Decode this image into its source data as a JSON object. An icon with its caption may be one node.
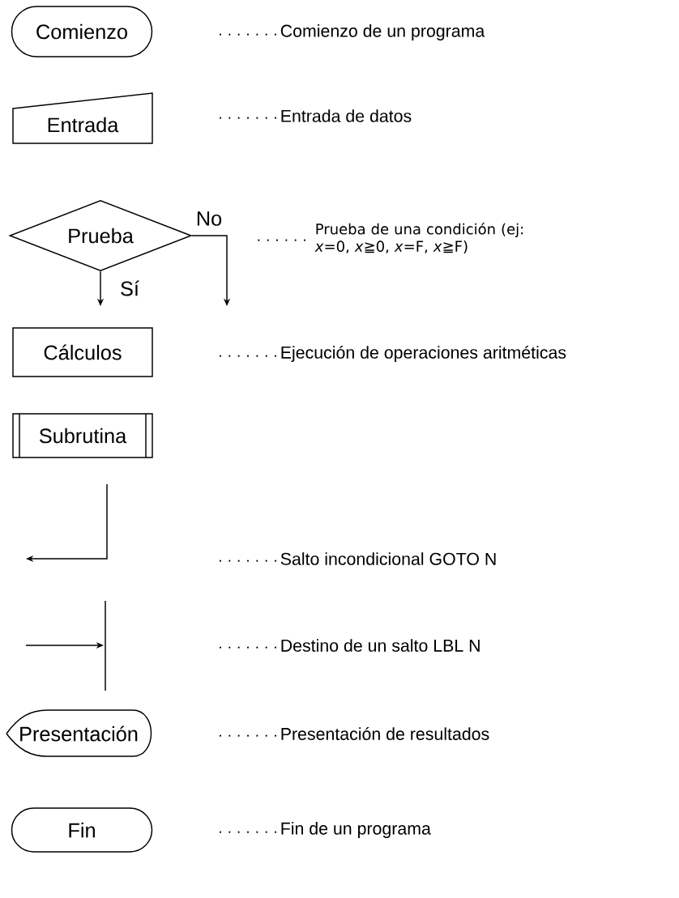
{
  "diagram": {
    "nodes": [
      {
        "text": [
          "Comienzo"
        ]
      },
      {
        "text": [
          "Comienzo de un programa"
        ]
      },
      {
        "text": [
          "Entrada"
        ]
      },
      {
        "text": [
          "Entrada de datos"
        ]
      },
      {
        "text": [
          "Prueba"
        ]
      },
      {
        "text": [
          "Prueba de una condición (ej: *x*=0, *x*≧0, *x*=F, *x*≧F)"
        ]
      },
      {
        "text": [
          "Cálculos"
        ]
      },
      {
        "text": [
          "Ejecución de operaciones aritméticas"
        ]
      },
      {
        "text": [
          "Subrutina"
        ]
      },
      {
        "text": [
          "Salto incondicional GOTO N"
        ]
      },
      {
        "text": [
          "Destino de un salto LBL N"
        ]
      },
      {
        "text": [
          "Presentación"
        ]
      },
      {
        "text": [
          "Presentación de resultados"
        ]
      },
      {
        "text": [
          "Fin"
        ]
      },
      {
        "text": [
          "Fin de un programa"
        ]
      }
    ],
    "edges": [
      {
        "from": 4,
        "to": null,
        "arrow": "to",
        "label": "No"
      },
      {
        "from": 4,
        "to": null,
        "arrow": "to",
        "label": "Sí"
      },
      {
        "from": 1,
        "to": null,
        "arrow": "none",
        "style": "dashed"
      },
      {
        "from": 3,
        "to": null,
        "arrow": "none",
        "style": "dashed"
      },
      {
        "from": 5,
        "to": null,
        "arrow": "none",
        "style": "dashed"
      },
      {
        "from": 7,
        "to": null,
        "arrow": "none",
        "style": "dashed"
      },
      {
        "from": 9,
        "to": null,
        "arrow": "none",
        "style": "dashed"
      },
      {
        "from": 10,
        "to": null,
        "arrow": "none",
        "style": "dashed"
      },
      {
        "from": 12,
        "to": null,
        "arrow": "none",
        "style": "dashed"
      },
      {
        "from": 14,
        "to": null,
        "arrow": "none",
        "style": "dashed"
      }
    ]
  }
}
